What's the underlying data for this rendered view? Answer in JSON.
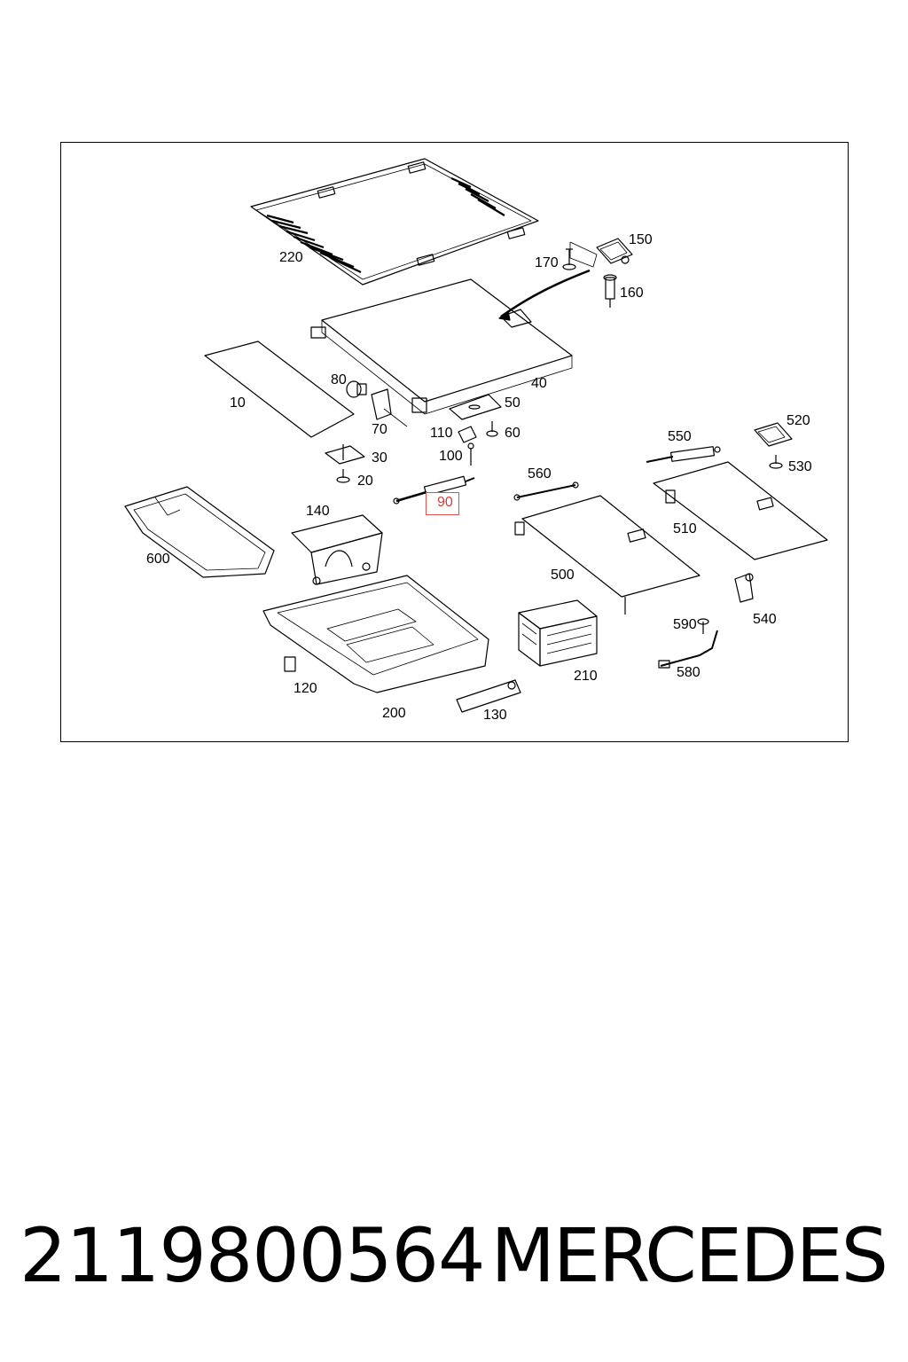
{
  "diagram": {
    "callouts": [
      {
        "id": "220",
        "text": "220"
      },
      {
        "id": "150",
        "text": "150"
      },
      {
        "id": "170",
        "text": "170"
      },
      {
        "id": "160",
        "text": "160"
      },
      {
        "id": "40",
        "text": "40"
      },
      {
        "id": "10",
        "text": "10"
      },
      {
        "id": "80",
        "text": "80"
      },
      {
        "id": "70",
        "text": "70"
      },
      {
        "id": "50",
        "text": "50"
      },
      {
        "id": "110",
        "text": "110"
      },
      {
        "id": "60",
        "text": "60"
      },
      {
        "id": "30",
        "text": "30"
      },
      {
        "id": "100",
        "text": "100"
      },
      {
        "id": "20",
        "text": "20"
      },
      {
        "id": "90",
        "text": "90",
        "highlighted": true
      },
      {
        "id": "550",
        "text": "550"
      },
      {
        "id": "520",
        "text": "520"
      },
      {
        "id": "530",
        "text": "530"
      },
      {
        "id": "560",
        "text": "560"
      },
      {
        "id": "140",
        "text": "140"
      },
      {
        "id": "600",
        "text": "600"
      },
      {
        "id": "510",
        "text": "510"
      },
      {
        "id": "500",
        "text": "500"
      },
      {
        "id": "540",
        "text": "540"
      },
      {
        "id": "590",
        "text": "590"
      },
      {
        "id": "210",
        "text": "210"
      },
      {
        "id": "580",
        "text": "580"
      },
      {
        "id": "120",
        "text": "120"
      },
      {
        "id": "200",
        "text": "200"
      },
      {
        "id": "130",
        "text": "130"
      }
    ],
    "highlight_color": "#e05050"
  },
  "footer": {
    "part_number": "2119800564",
    "brand": "MERCEDES"
  }
}
